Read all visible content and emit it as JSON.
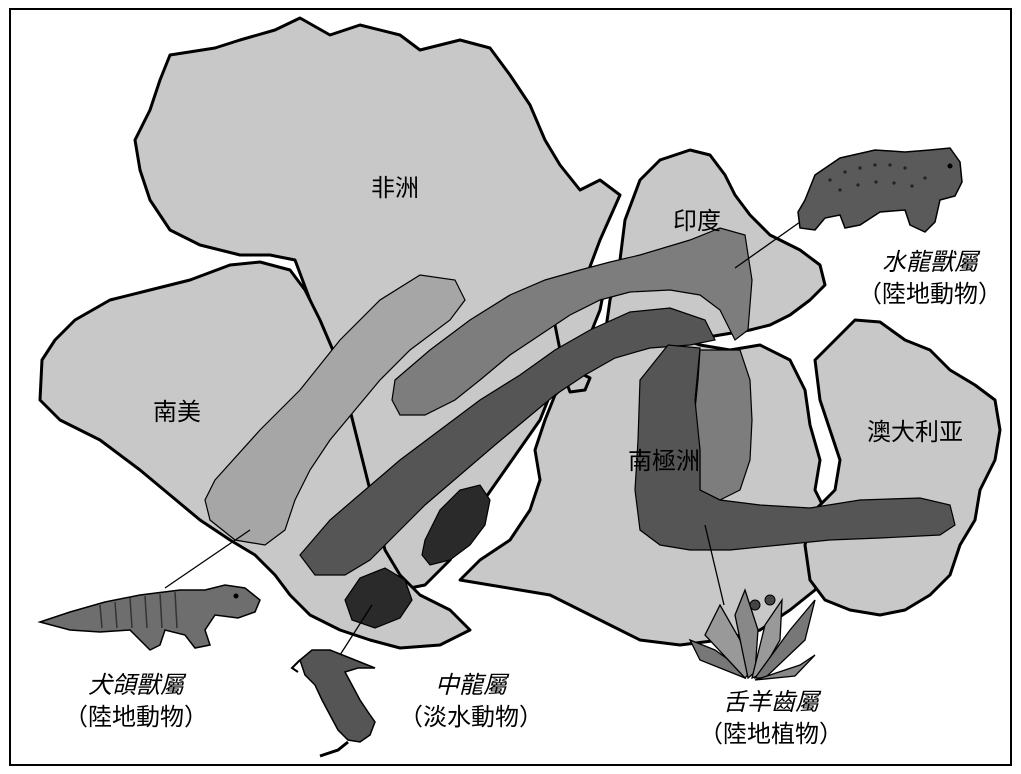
{
  "continents": {
    "africa": "非洲",
    "south_america": "南美",
    "india": "印度",
    "antarctica": "南極洲",
    "australia": "澳大利亚"
  },
  "fossils": {
    "cynognathus": {
      "name": "犬頜獸屬",
      "type": "（陸地動物）"
    },
    "mesosaurus": {
      "name": "中龍屬",
      "type": "（淡水動物）"
    },
    "lystrosaurus": {
      "name": "水龍獸屬",
      "type": "（陸地動物）"
    },
    "glossopteris": {
      "name": "舌羊齒屬",
      "type": "（陸地植物）"
    }
  },
  "colors": {
    "land": "#c8c8c8",
    "cynognathus_range": "#a6a6a6",
    "lystrosaurus_range": "#7d7d7d",
    "glossopteris_range": "#555555",
    "mesosaurus_range": "#2a2a2a"
  }
}
